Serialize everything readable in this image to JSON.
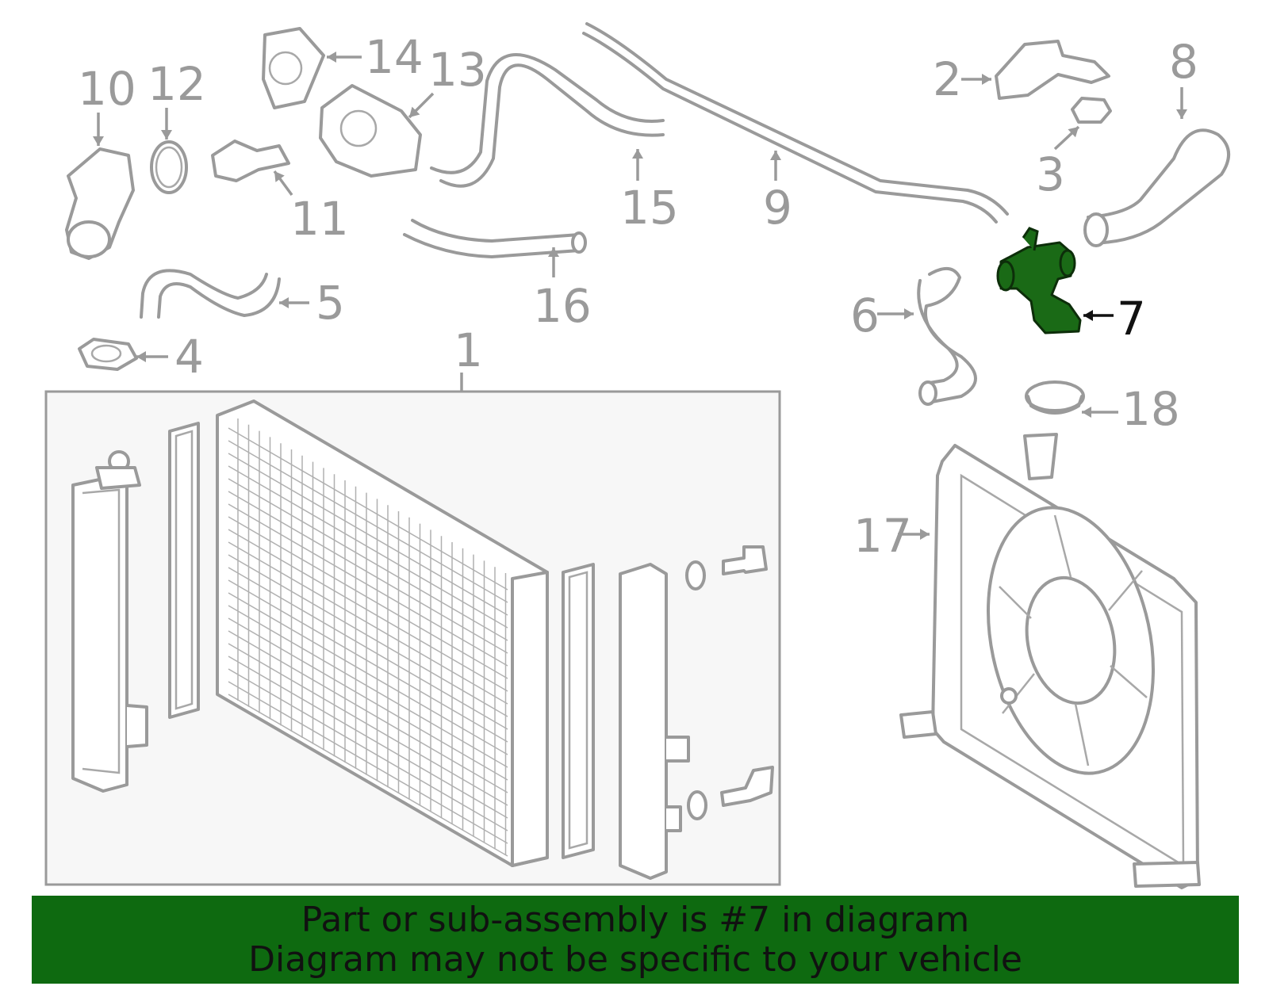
{
  "callouts": [
    {
      "id": "1",
      "label": "1"
    },
    {
      "id": "2",
      "label": "2"
    },
    {
      "id": "3",
      "label": "3"
    },
    {
      "id": "4",
      "label": "4"
    },
    {
      "id": "5",
      "label": "5"
    },
    {
      "id": "6",
      "label": "6"
    },
    {
      "id": "7",
      "label": "7"
    },
    {
      "id": "8",
      "label": "8"
    },
    {
      "id": "9",
      "label": "9"
    },
    {
      "id": "10",
      "label": "10"
    },
    {
      "id": "11",
      "label": "11"
    },
    {
      "id": "12",
      "label": "12"
    },
    {
      "id": "13",
      "label": "13"
    },
    {
      "id": "14",
      "label": "14"
    },
    {
      "id": "15",
      "label": "15"
    },
    {
      "id": "16",
      "label": "16"
    },
    {
      "id": "17",
      "label": "17"
    },
    {
      "id": "18",
      "label": "18"
    }
  ],
  "highlight": {
    "part": "7",
    "color": "#1a6a16"
  },
  "colors": {
    "parts": "#9a9a9a",
    "banner": "#0e6a10",
    "panel": "#f7f7f7"
  },
  "banner": {
    "line1": "Part or sub-assembly is #7 in diagram",
    "line2": "Diagram may not be specific to your vehicle"
  }
}
